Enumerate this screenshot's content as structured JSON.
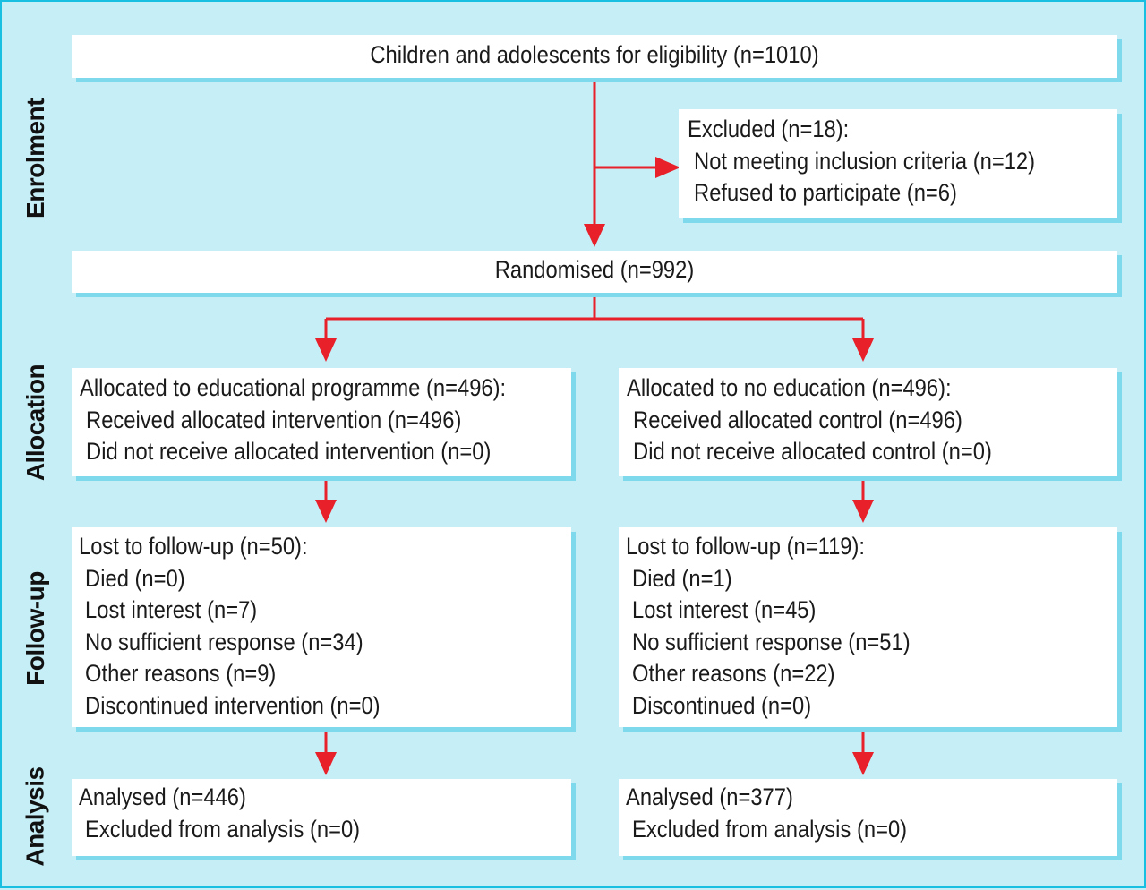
{
  "stages": {
    "enrolment": "Enrolment",
    "allocation": "Allocation",
    "follow_up": "Follow-up",
    "analysis": "Analysis"
  },
  "boxes": {
    "eligibility": {
      "text": "Children and adolescents for eligibility (n=1010)"
    },
    "excluded": {
      "title": "Excluded (n=18):",
      "items": [
        "Not meeting inclusion criteria (n=12)",
        "Refused to participate (n=6)"
      ]
    },
    "randomised": {
      "text": "Randomised (n=992)"
    },
    "alloc_edu": {
      "title": "Allocated to educational programme (n=496):",
      "items": [
        "Received allocated intervention (n=496)",
        "Did not receive allocated intervention (n=0)"
      ]
    },
    "alloc_none": {
      "title": "Allocated to no education (n=496):",
      "items": [
        "Received allocated control (n=496)",
        "Did not receive allocated control (n=0)"
      ]
    },
    "lost_edu": {
      "title": "Lost to follow-up (n=50):",
      "items": [
        "Died (n=0)",
        "Lost interest (n=7)",
        "No sufficient response  (n=34)",
        "Other reasons (n=9)",
        "Discontinued intervention (n=0)"
      ]
    },
    "lost_none": {
      "title": "Lost to follow-up (n=119):",
      "items": [
        "Died (n=1)",
        "Lost interest (n=45)",
        "No sufficient response  (n=51)",
        "Other reasons (n=22)",
        "Discontinued (n=0)"
      ]
    },
    "analysed_edu": {
      "title": "Analysed (n=446)",
      "items": [
        "Excluded from analysis (n=0)"
      ]
    },
    "analysed_none": {
      "title": "Analysed (n=377)",
      "items": [
        "Excluded from analysis (n=0)"
      ]
    }
  },
  "colors": {
    "background": "#c6eef6",
    "border": "#19bfe0",
    "box_shadow": "#7fd9ec",
    "arrow": "#e8202a"
  }
}
